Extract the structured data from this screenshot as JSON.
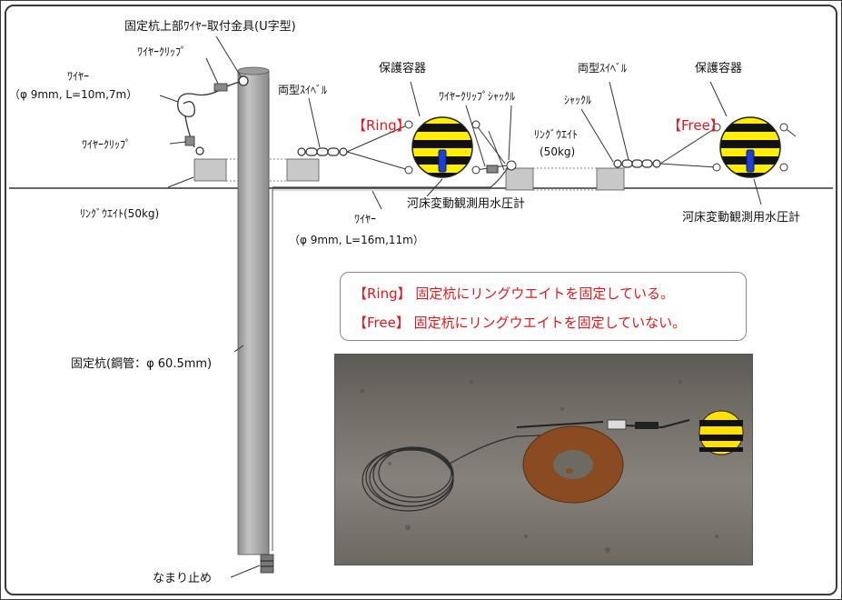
{
  "labels": {
    "top_bracket": "固定杭上部ﾜｲﾔｰ取付金具(U字型)",
    "wire_clip_top": "ﾜｲﾔｰｸﾘｯﾌﾟ",
    "wire_left_title": "ﾜｲﾔｰ",
    "wire_left_spec": "（φ 9mm, L=10m,7m）",
    "wire_clip_left": "ﾜｲﾔｰｸﾘｯﾌﾟ",
    "ring_weight_left": "ﾘﾝｸﾞｳｴｲﾄ(50kg)",
    "swivel_left": "両型ｽｲﾍﾞﾙ",
    "protect_left": "保護容器",
    "ring_tag": "【Ring】",
    "clip_shackle": "ﾜｲﾔｰｸﾘｯﾌﾟｼｬｯｸﾙ",
    "ring_weight_mid_title": "ﾘﾝｸﾞｳｴｲﾄ",
    "ring_weight_mid_spec": "(50kg)",
    "gauge_left": "河床変動観測用水圧計",
    "wire_mid_title": "ﾜｲﾔｰ",
    "wire_mid_spec": "（φ 9mm, L=16m,11m）",
    "swivel_right": "両型ｽｲﾍﾞﾙ",
    "shackle_right": "ｼｬｯｸﾙ",
    "protect_right": "保護容器",
    "free_tag": "【Free】",
    "gauge_right": "河床変動観測用水圧計",
    "pile": "固定杭(鋼管：φ 60.5mm)",
    "namari": "なまり止め"
  },
  "note": {
    "line1": "【Ring】 固定杭にリングウエイトを固定している。",
    "line2": "【Free】 固定杭にリングウエイトを固定していない。"
  },
  "colors": {
    "accent_red": "#e8161b",
    "stripe_yellow": "#ffee00",
    "stripe_black": "#111111",
    "sensor_blue": "#1d3fd6",
    "pipe_gray": "#a9a9a9",
    "weight_gray": "#c8c8c8"
  }
}
